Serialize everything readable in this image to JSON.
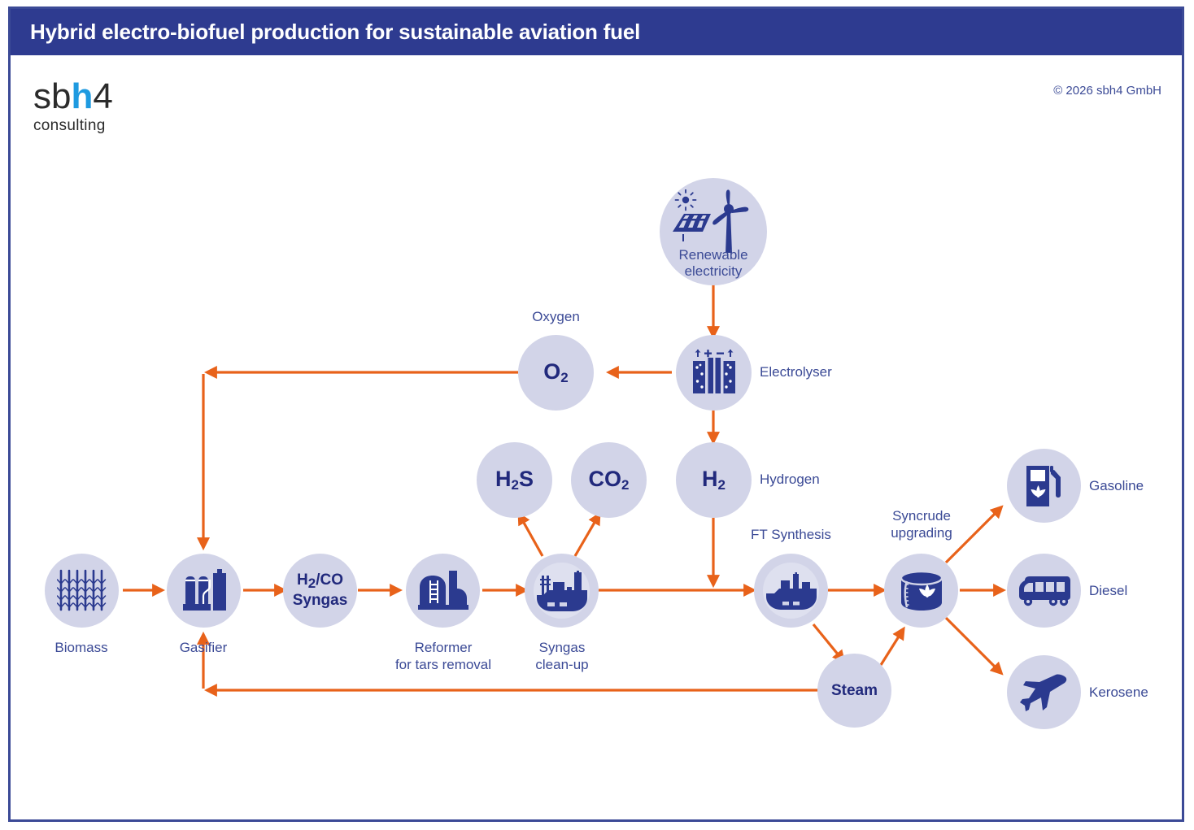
{
  "header": {
    "title": "Hybrid electro-biofuel production for sustainable aviation fuel"
  },
  "logo": {
    "prefix": "sb",
    "highlight": "h",
    "suffix": "4",
    "subtitle": "consulting"
  },
  "copyright": "© 2026 sbh4 GmbH",
  "colors": {
    "header_bar": "#2e3b90",
    "frame": "#3b4a96",
    "node_fill": "#d2d4e8",
    "node_inner_fill": "#dee0ef",
    "icon_blue": "#2b3a8f",
    "label_blue": "#3b4a96",
    "formula_blue": "#21297c",
    "arrow_orange": "#e8621a",
    "logo_accent": "#1e9ae0"
  },
  "nodes": {
    "renewable": {
      "label_line1": "Renewable",
      "label_line2": "electricity",
      "icon": "solar-panel-wind-turbine-icon"
    },
    "electrolyser": {
      "label": "Electrolyser",
      "icon": "electrolyser-cell-icon"
    },
    "oxygen": {
      "formula": "O",
      "formula_sub": "2",
      "label": "Oxygen"
    },
    "hydrogen": {
      "formula": "H",
      "formula_sub": "2",
      "label": "Hydrogen"
    },
    "h2s": {
      "formula_a": "H",
      "formula_sub": "2",
      "formula_b": "S"
    },
    "co2": {
      "formula_a": "CO",
      "formula_sub": "2"
    },
    "biomass": {
      "label": "Biomass",
      "icon": "wheat-stalks-icon"
    },
    "gasifier": {
      "label": "Gasifier",
      "icon": "gas-vessels-icon"
    },
    "syngas": {
      "formula_line1_a": "H",
      "formula_line1_sub": "2",
      "formula_line1_b": "/CO",
      "formula_line2": "Syngas"
    },
    "reformer": {
      "label_line1": "Reformer",
      "label_line2": "for tars removal",
      "icon": "refinery-tank-icon"
    },
    "cleanup": {
      "label_line1": "Syngas",
      "label_line2": "clean-up",
      "icon": "industrial-plant-icon"
    },
    "ft": {
      "label": "FT Synthesis",
      "icon": "industrial-plant-icon"
    },
    "syncrude": {
      "label_line1": "Syncrude",
      "label_line2": "upgrading",
      "icon": "bio-tank-icon"
    },
    "steam": {
      "label": "Steam"
    },
    "gasoline": {
      "label": "Gasoline",
      "icon": "fuel-pump-leaf-icon"
    },
    "diesel": {
      "label": "Diesel",
      "icon": "bus-icon"
    },
    "kerosene": {
      "label": "Kerosene",
      "icon": "airplane-icon"
    }
  },
  "flows": [
    {
      "from": "renewable",
      "to": "electrolyser"
    },
    {
      "from": "electrolyser",
      "to": "oxygen"
    },
    {
      "from": "electrolyser",
      "to": "hydrogen"
    },
    {
      "from": "oxygen",
      "to": "gasifier"
    },
    {
      "from": "hydrogen",
      "to": "ft"
    },
    {
      "from": "biomass",
      "to": "gasifier"
    },
    {
      "from": "gasifier",
      "to": "syngas"
    },
    {
      "from": "syngas",
      "to": "reformer"
    },
    {
      "from": "reformer",
      "to": "cleanup"
    },
    {
      "from": "cleanup",
      "to": "h2s"
    },
    {
      "from": "cleanup",
      "to": "co2"
    },
    {
      "from": "cleanup",
      "to": "ft"
    },
    {
      "from": "ft",
      "to": "syncrude"
    },
    {
      "from": "ft",
      "to": "steam"
    },
    {
      "from": "steam",
      "to": "syncrude"
    },
    {
      "from": "steam",
      "to": "gasifier"
    },
    {
      "from": "syncrude",
      "to": "gasoline"
    },
    {
      "from": "syncrude",
      "to": "diesel"
    },
    {
      "from": "syncrude",
      "to": "kerosene"
    }
  ]
}
